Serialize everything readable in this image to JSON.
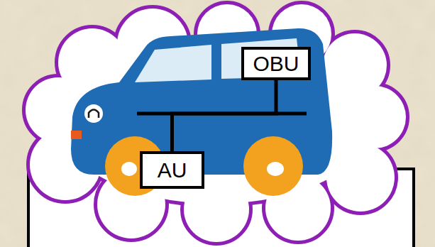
{
  "diagram": {
    "nodes": [
      {
        "text": [
          "OBU"
        ]
      },
      {
        "text": [
          "AU"
        ]
      }
    ],
    "edges": [
      {
        "from": 0,
        "to": 1,
        "arrow": "none"
      }
    ]
  }
}
